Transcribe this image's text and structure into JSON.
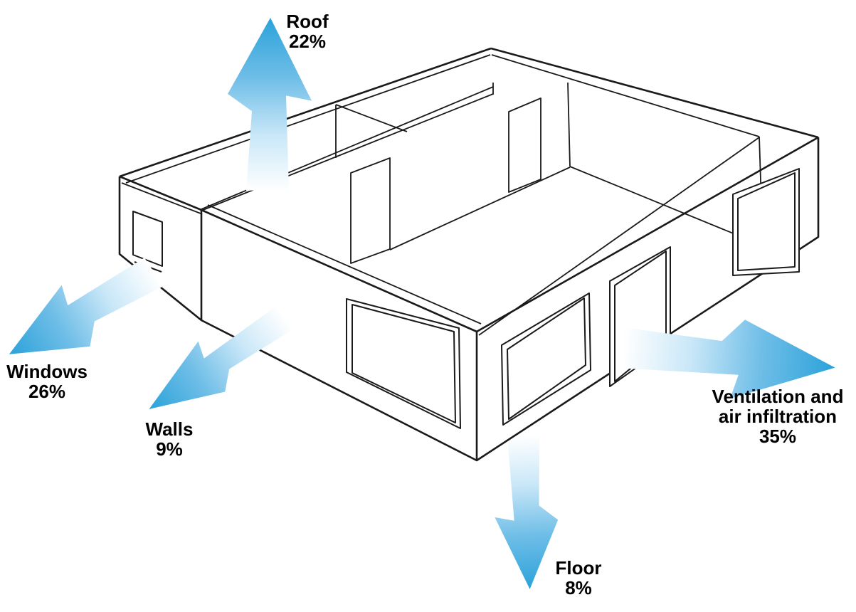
{
  "diagram": {
    "subject": "building-heat-loss-diagram",
    "labels": {
      "roof": {
        "lines": [
          "Roof",
          "22%"
        ]
      },
      "windows": {
        "lines": [
          "Windows",
          "26%"
        ]
      },
      "walls": {
        "lines": [
          "Walls",
          "9%"
        ]
      },
      "floor": {
        "lines": [
          "Floor",
          "8%"
        ]
      },
      "ventilation": {
        "lines": [
          "Ventilation and",
          "air infiltration",
          "35%"
        ]
      }
    },
    "values_percent": {
      "roof": 22,
      "windows": 26,
      "walls": 9,
      "floor": 8,
      "ventilation": 35
    },
    "colors": {
      "arrow_tail": "#FFFFFF",
      "arrow_light": "#C9E7F8",
      "arrow_mid": "#6FBEE7",
      "arrow_tip": "#2BA2D9",
      "outline": "#1a1a1a",
      "text": "#000000"
    }
  }
}
